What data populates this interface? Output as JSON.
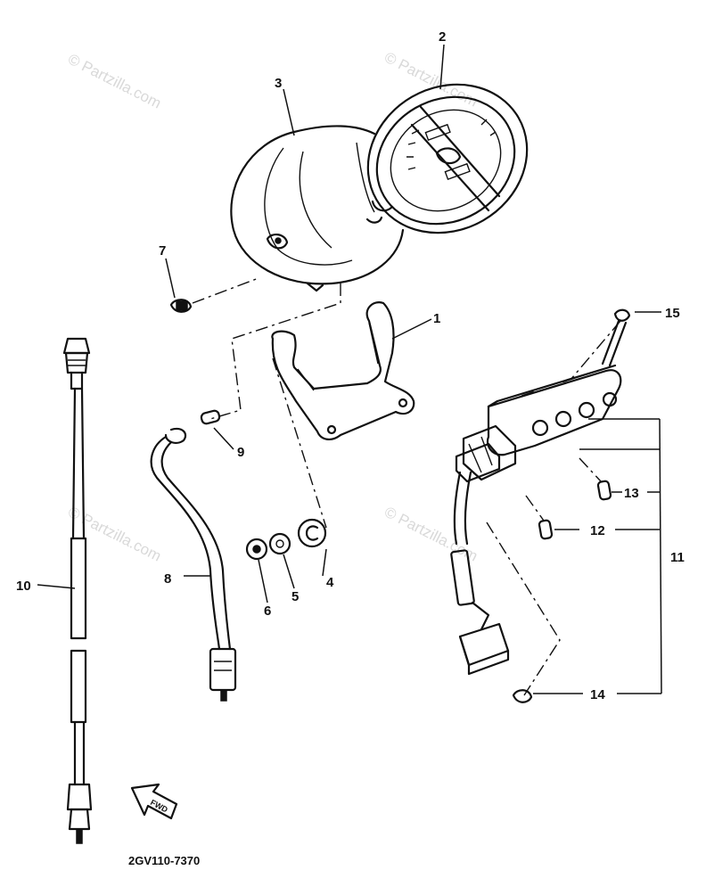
{
  "watermark": "© Partzilla.com",
  "diagram_code": "2GV110-7370",
  "fwd_arrow_label": "FWD",
  "callouts": {
    "c1": "1",
    "c2": "2",
    "c3": "3",
    "c4": "4",
    "c5": "5",
    "c6": "6",
    "c7": "7",
    "c8": "8",
    "c9": "9",
    "c10": "10",
    "c11": "11",
    "c12": "12",
    "c13": "13",
    "c14": "14",
    "c15": "15"
  },
  "colors": {
    "ink": "#111111",
    "watermark": "#d9d9d9",
    "background": "#ffffff"
  }
}
